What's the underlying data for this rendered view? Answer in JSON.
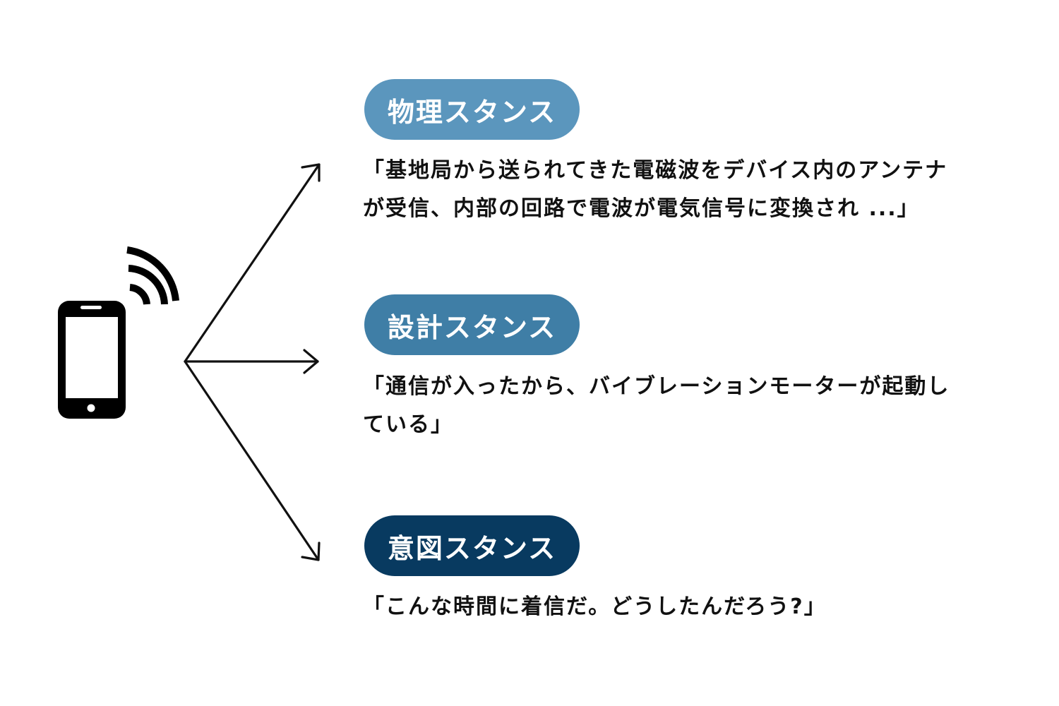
{
  "stances": [
    {
      "label": "物理スタンス",
      "color": "#5b96bd",
      "quote_lines": [
        "「基地局から送られてきた電磁波をデバイス内のアンテナ",
        "が受信、内部の回路で電波が電気信号に変換され ...」"
      ]
    },
    {
      "label": "設計スタンス",
      "color": "#3f7ea6",
      "quote_lines": [
        "「通信が入ったから、バイブレーションモーターが起動し",
        "ている」"
      ]
    },
    {
      "label": "意図スタンス",
      "color": "#083a60",
      "quote_lines": [
        "「こんな時間に着信だ。どうしたんだろう?」"
      ]
    }
  ],
  "icons": {
    "device": "smartphone-icon",
    "signal": "wifi-signal-icon"
  },
  "colors": {
    "line": "#111111",
    "background": "#ffffff"
  }
}
